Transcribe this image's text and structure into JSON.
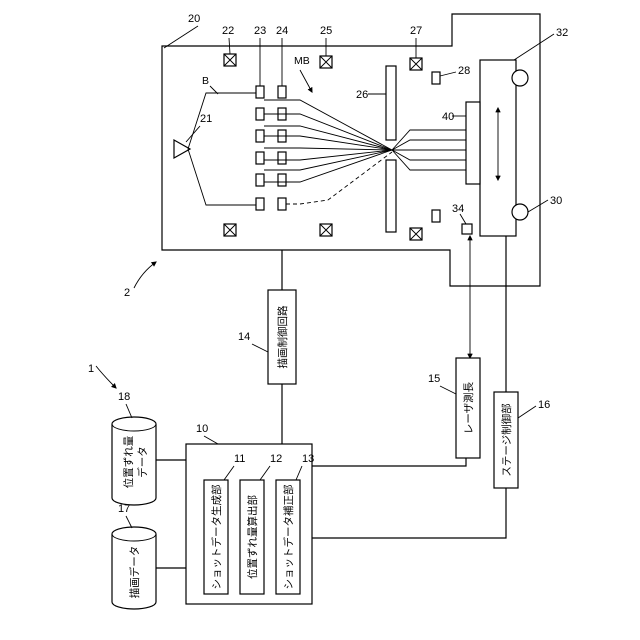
{
  "figure": {
    "system_ref": "1",
    "apparatus_ref": "2"
  },
  "chamber": {
    "ref": "20",
    "gun_ref": "21",
    "beam_label": "B",
    "multibeam_label": "MB",
    "coil_refs": [
      "22",
      "25",
      "27"
    ],
    "aperture_refs": [
      "23",
      "24"
    ],
    "blanking_aperture_ref": "26",
    "sensor_ref": "28",
    "stage_ref": "30",
    "mirror_ref": "32",
    "mark_ref": "34",
    "substrate_ref": "40"
  },
  "blocks": {
    "drawing_control": {
      "ref": "14",
      "label": "描画制御回路"
    },
    "laser": {
      "ref": "15",
      "label": "レーザ測長"
    },
    "stage_control": {
      "ref": "16",
      "label": "ステージ制御部"
    },
    "controller": {
      "ref": "10",
      "units": [
        {
          "ref": "11",
          "label": "ショットデータ生成部"
        },
        {
          "ref": "12",
          "label": "位置ずれ量算出部"
        },
        {
          "ref": "13",
          "label": "ショットデータ補正部"
        }
      ]
    }
  },
  "storages": [
    {
      "ref": "18",
      "line1": "位置ずれ量",
      "line2": "データ"
    },
    {
      "ref": "17",
      "line1": "描画データ",
      "line2": ""
    }
  ]
}
